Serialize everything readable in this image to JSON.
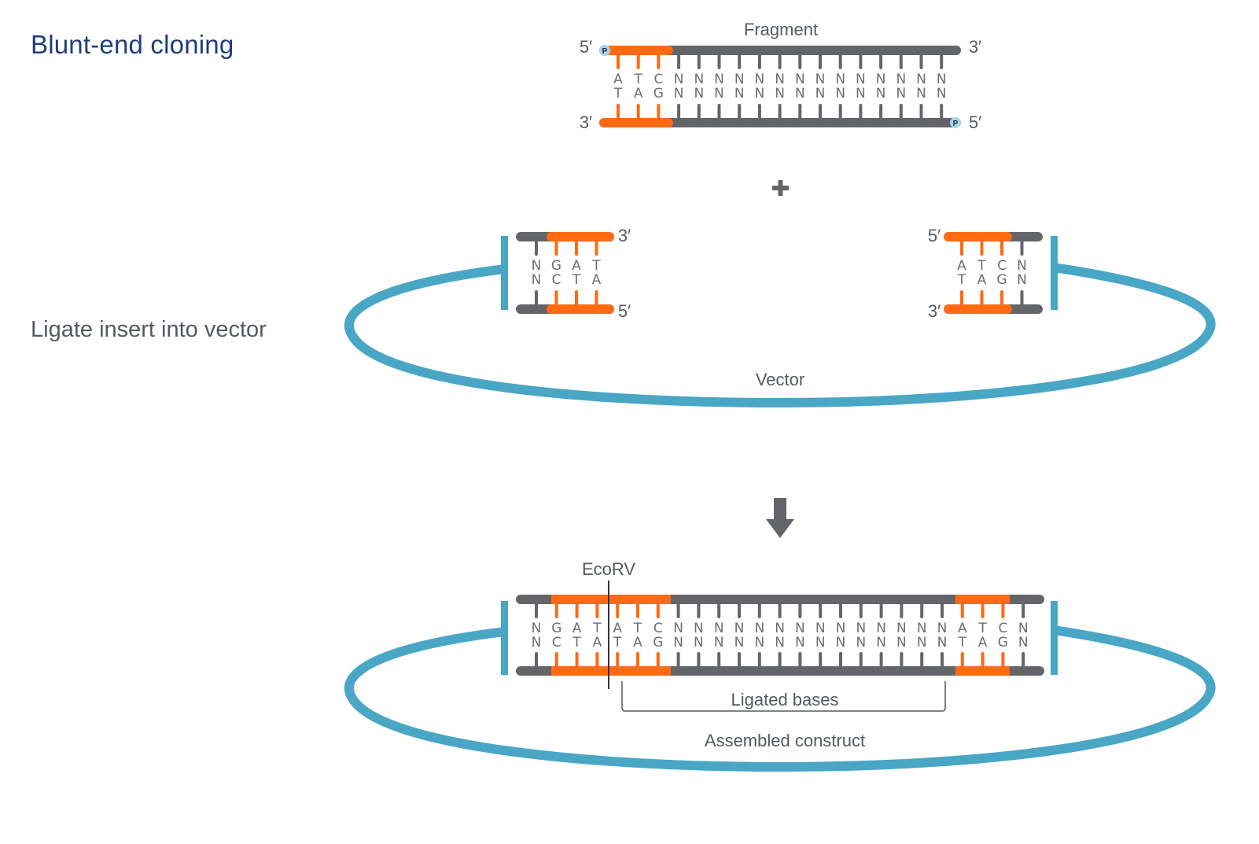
{
  "title": "Blunt-end cloning",
  "step_label": "Ligate insert into vector",
  "colors": {
    "title": "#1f3f7a",
    "backbone": "#636569",
    "highlight": "#ff6a13",
    "vector": "#49a6c5",
    "phosphate": "#a9d4e6",
    "text": "#555a60"
  },
  "fragment": {
    "label": "Fragment",
    "top_left_end": "5′",
    "top_right_end": "3′",
    "bottom_left_end": "3′",
    "bottom_right_end": "5′",
    "phosphate_label": "P",
    "top_bases": [
      "A",
      "T",
      "C",
      "N",
      "N",
      "N",
      "N",
      "N",
      "N",
      "N",
      "N",
      "N",
      "N",
      "N",
      "N",
      "N",
      "N"
    ],
    "bottom_bases": [
      "T",
      "A",
      "G",
      "N",
      "N",
      "N",
      "N",
      "N",
      "N",
      "N",
      "N",
      "N",
      "N",
      "N",
      "N",
      "N",
      "N"
    ],
    "highlighted": [
      0,
      1,
      2
    ]
  },
  "plus_symbol": "+",
  "vector": {
    "label": "Vector",
    "left_end": {
      "top_right_end": "3′",
      "bottom_right_end": "5′",
      "top_bases": [
        "N",
        "G",
        "A",
        "T"
      ],
      "bottom_bases": [
        "N",
        "C",
        "T",
        "A"
      ],
      "highlighted": [
        1,
        2,
        3
      ]
    },
    "right_end": {
      "top_left_end": "5′",
      "bottom_left_end": "3′",
      "top_bases": [
        "A",
        "T",
        "C",
        "N"
      ],
      "bottom_bases": [
        "T",
        "A",
        "G",
        "N"
      ],
      "highlighted": [
        0,
        1,
        2
      ]
    }
  },
  "arrow": "down-arrow",
  "construct": {
    "label": "Assembled construct",
    "site_label": "EcoRV",
    "bracket_label": "Ligated bases",
    "top_bases": [
      "N",
      "G",
      "A",
      "T",
      "A",
      "T",
      "C",
      "N",
      "N",
      "N",
      "N",
      "N",
      "N",
      "N",
      "N",
      "N",
      "N",
      "N",
      "N",
      "N",
      "N",
      "A",
      "T",
      "C",
      "N"
    ],
    "bottom_bases": [
      "N",
      "C",
      "T",
      "A",
      "T",
      "A",
      "G",
      "N",
      "N",
      "N",
      "N",
      "N",
      "N",
      "N",
      "N",
      "N",
      "N",
      "N",
      "N",
      "N",
      "N",
      "T",
      "A",
      "G",
      "N"
    ],
    "highlighted": [
      1,
      2,
      3,
      4,
      5,
      6,
      21,
      22,
      23
    ]
  }
}
